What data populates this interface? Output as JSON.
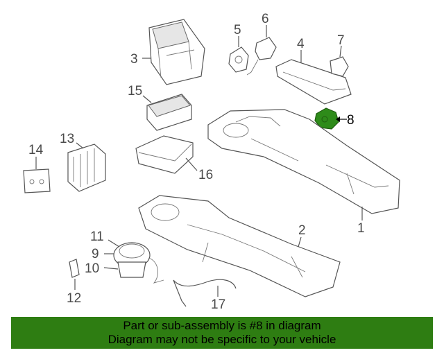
{
  "diagram": {
    "callouts": {
      "c1": "1",
      "c2": "2",
      "c3": "3",
      "c4": "4",
      "c5": "5",
      "c6": "6",
      "c7": "7",
      "c8": "8",
      "c9": "9",
      "c10": "10",
      "c11": "11",
      "c12": "12",
      "c13": "13",
      "c14": "14",
      "c15": "15",
      "c16": "16",
      "c17": "17"
    },
    "highlighted_part": "8",
    "highlight_color": "#2e8b1a"
  },
  "banner": {
    "line1": "Part or sub-assembly is #8 in diagram",
    "line2": "Diagram may not be specific to your vehicle",
    "background": "#2e7d12"
  }
}
